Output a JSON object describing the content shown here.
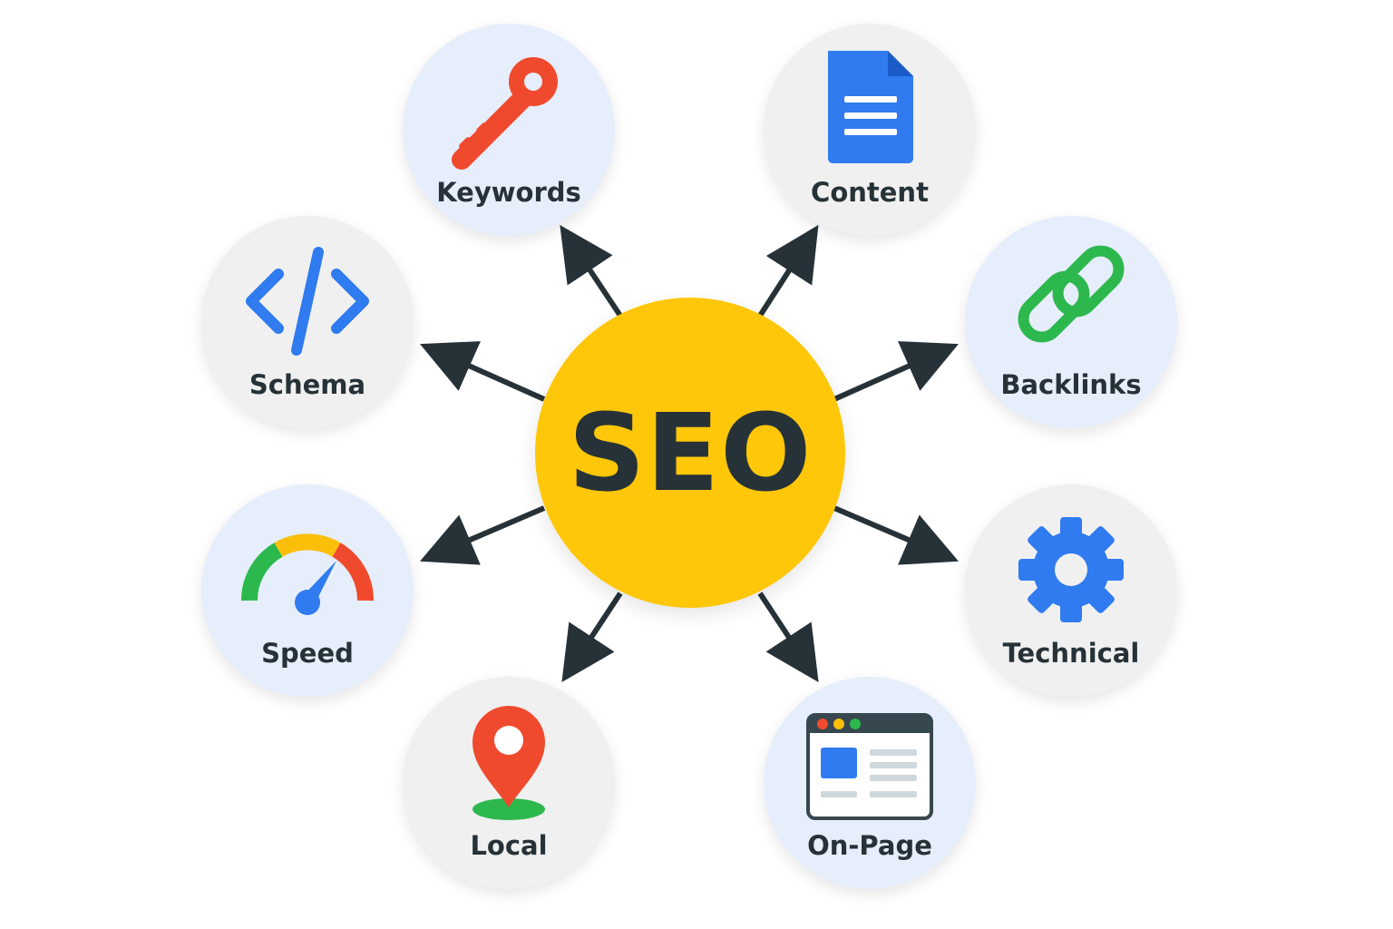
{
  "hub": {
    "label": "SEO",
    "color": "#FFC709"
  },
  "nodes": [
    {
      "id": "keywords",
      "label": "Keywords",
      "icon": "key-icon",
      "background": "#E6EEFB"
    },
    {
      "id": "content",
      "label": "Content",
      "icon": "document-icon",
      "background": "#F0F0F0"
    },
    {
      "id": "backlinks",
      "label": "Backlinks",
      "icon": "link-icon",
      "background": "#E6EEFB"
    },
    {
      "id": "technical",
      "label": "Technical",
      "icon": "gear-icon",
      "background": "#F0F0F0"
    },
    {
      "id": "on-page",
      "label": "On-Page",
      "icon": "browser-page-icon",
      "background": "#E6EEFB"
    },
    {
      "id": "local",
      "label": "Local",
      "icon": "map-pin-icon",
      "background": "#F0F0F0"
    },
    {
      "id": "speed",
      "label": "Speed",
      "icon": "speedometer-icon",
      "background": "#E6EEFB"
    },
    {
      "id": "schema",
      "label": "Schema",
      "icon": "code-icon",
      "background": "#F0F0F0"
    }
  ],
  "colors": {
    "text": "#263238",
    "arrow": "#263238",
    "red": "#F04A2E",
    "blue": "#2F7BEF",
    "green": "#2DB84E",
    "yellow": "#FBBF0A"
  }
}
